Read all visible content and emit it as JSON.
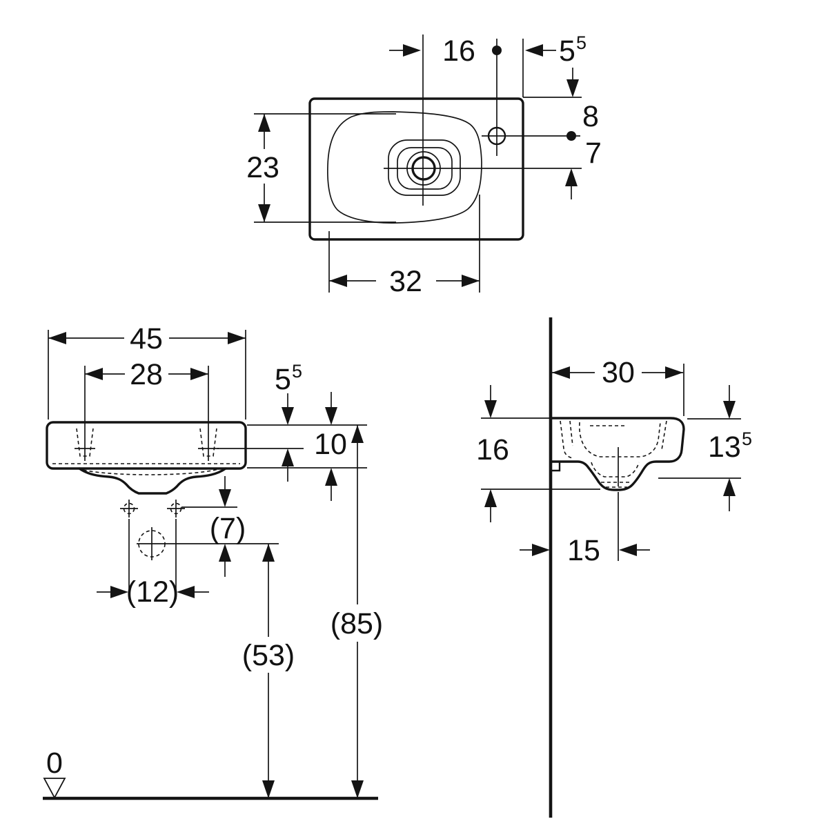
{
  "drawing": {
    "kind": "washbasin dimension drawing",
    "top_view": {
      "dims": {
        "drain_to_tap": "16",
        "tap_to_edge": {
          "main": "5",
          "sup": "5"
        },
        "rear_to_tap": "8",
        "tap_to_drain": "7",
        "bowl_depth": "23",
        "bowl_width": "32"
      }
    },
    "front_view": {
      "dims": {
        "total_width": "45",
        "fixing_holes_distance": "28",
        "rim_to_fixing": {
          "main": "5",
          "sup": "5"
        },
        "rim_height": "10",
        "fixing_to_drain": "(7)",
        "bolt_distance": "(12)",
        "floor_to_drain": "(53)",
        "floor_to_rim": "(85)",
        "datum": "0"
      }
    },
    "side_view": {
      "dims": {
        "depth": "30",
        "total_height": "16",
        "front_height": {
          "main": "13",
          "sup": "5"
        },
        "wall_to_drain": "15"
      }
    }
  }
}
